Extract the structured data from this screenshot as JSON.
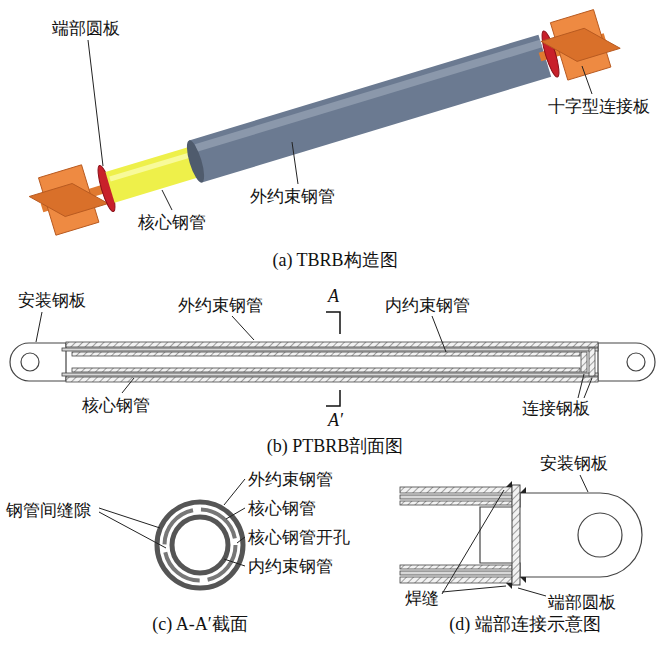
{
  "diagram": {
    "labels": [
      "端部圆板",
      "核心钢管",
      "外约束钢管",
      "十字型连接板",
      "(a) TBRB构造图",
      "安装钢板",
      "外约束钢管",
      "A",
      "内约束钢管",
      "核心钢管",
      "A′",
      "连接钢板",
      "(b) PTBRB剖面图",
      "钢管间缝隙",
      "外约束钢管",
      "核心钢管",
      "核心钢管开孔",
      "内约束钢管",
      "(c) A-A′截面",
      "安装钢板",
      "焊缝",
      "端部圆板",
      "(d) 端部连接示意图"
    ]
  }
}
